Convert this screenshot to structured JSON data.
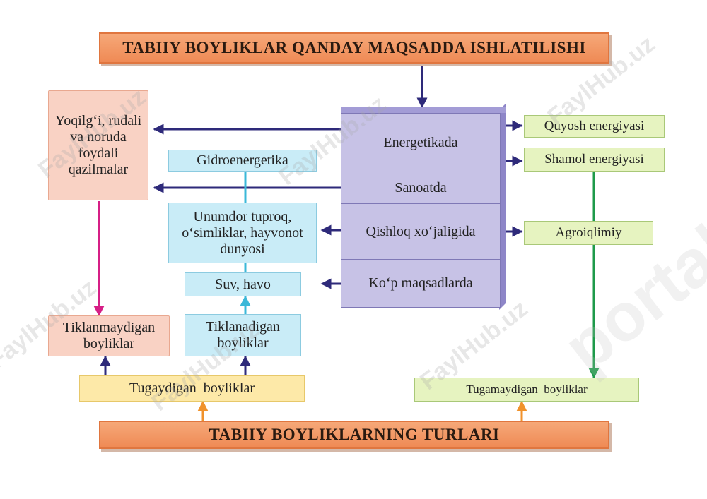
{
  "title": "TABIIY BOYLIKLAR  QANDAY MAQSADDA ISHLATILISHI",
  "bottom_title": "TABIIY BOYLIKLARNING TURLARI",
  "center": {
    "energy": "Energetikada",
    "industry": "Sanoatda",
    "agriculture": "Qishloq xo‘jaligida",
    "multipurpose": "Ko‘p maqsadlarda"
  },
  "left": {
    "fuels": "Yoqilg‘i, rudali va noruda foydali qazilmalar",
    "non_renewable": "Tiklanmaydigan boyliklar"
  },
  "middle": {
    "hydro": "Gidroenergetika",
    "soil": "Unumdor tuproq, o‘simliklar, hayvonot dunyosi",
    "water_air": "Suv, havo",
    "renewable": "Tiklanadigan boyliklar"
  },
  "right": {
    "solar": "Quyosh energiyasi",
    "wind": "Shamol energiyasi",
    "agroclimate": "Agroiqlimiy"
  },
  "exhaustible": "Tugaydigan  boyliklar",
  "inexhaustible": "Tugamaydigan  boyliklar",
  "watermarks": [
    "FaylHub.uz",
    "FaylHub.uz",
    "FaylHub.uz",
    "FaylHub.uz",
    "FaylHub.uz",
    "FaylHub.uz",
    "portal."
  ],
  "colors": {
    "arrow_navy": "#2e2a7a",
    "arrow_magenta": "#d61f86",
    "arrow_cyan": "#3bb8d8",
    "arrow_green": "#1e9a4a",
    "arrow_orange": "#f0922c"
  }
}
